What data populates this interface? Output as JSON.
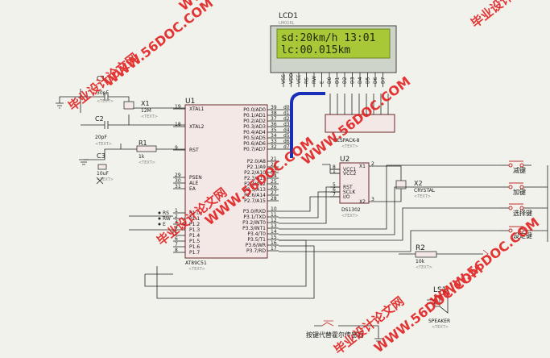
{
  "lcd": {
    "ref": "LCD1",
    "part": "LM016L",
    "line1": "sd:20km/h  13:01",
    "line2": "lc:00.015km",
    "pins": [
      "VSS",
      "VDD",
      "VEE",
      "RS",
      "RW",
      "E",
      "D0",
      "D1",
      "D2",
      "D3",
      "D4",
      "D5",
      "D6",
      "D7"
    ]
  },
  "mcu": {
    "ref": "U1",
    "part": "AT89C51",
    "text": "<TEXT>",
    "left_pins": [
      {
        "num": "19",
        "name": "XTAL1"
      },
      {
        "num": "18",
        "name": "XTAL2"
      },
      {
        "num": "9",
        "name": "RST"
      },
      {
        "num": "29",
        "name": "PSEN"
      },
      {
        "num": "30",
        "name": "ALE"
      },
      {
        "num": "31",
        "name": "EA"
      },
      {
        "num": "1",
        "name": "P1.0"
      },
      {
        "num": "2",
        "name": "P1.1"
      },
      {
        "num": "3",
        "name": "P1.2"
      },
      {
        "num": "4",
        "name": "P1.3"
      },
      {
        "num": "5",
        "name": "P1.4"
      },
      {
        "num": "6",
        "name": "P1.5"
      },
      {
        "num": "7",
        "name": "P1.6"
      },
      {
        "num": "8",
        "name": "P1.7"
      }
    ],
    "right_pins": [
      {
        "num": "39",
        "name": "P0.0/AD0"
      },
      {
        "num": "38",
        "name": "P0.1/AD1"
      },
      {
        "num": "37",
        "name": "P0.2/AD2"
      },
      {
        "num": "36",
        "name": "P0.3/AD3"
      },
      {
        "num": "35",
        "name": "P0.4/AD4"
      },
      {
        "num": "34",
        "name": "P0.5/AD5"
      },
      {
        "num": "33",
        "name": "P0.6/AD6"
      },
      {
        "num": "32",
        "name": "P0.7/AD7"
      },
      {
        "num": "21",
        "name": "P2.0/A8"
      },
      {
        "num": "22",
        "name": "P2.1/A9"
      },
      {
        "num": "23",
        "name": "P2.2/A10"
      },
      {
        "num": "24",
        "name": "P2.3/A11"
      },
      {
        "num": "25",
        "name": "P2.4/A12"
      },
      {
        "num": "26",
        "name": "P2.5/A13"
      },
      {
        "num": "27",
        "name": "P2.6/A14"
      },
      {
        "num": "28",
        "name": "P2.7/A15"
      },
      {
        "num": "10",
        "name": "P3.0/RXD"
      },
      {
        "num": "11",
        "name": "P3.1/TXD"
      },
      {
        "num": "12",
        "name": "P3.2/INT0"
      },
      {
        "num": "13",
        "name": "P3.3/INT1"
      },
      {
        "num": "14",
        "name": "P3.4/T0"
      },
      {
        "num": "15",
        "name": "P3.5/T1"
      },
      {
        "num": "16",
        "name": "P3.6/WR"
      },
      {
        "num": "17",
        "name": "P3.7/RD"
      }
    ],
    "bus_labels": [
      "d0",
      "d1",
      "d2",
      "d3",
      "d4",
      "d5",
      "d6",
      "d7"
    ],
    "p1_labels": [
      "RS",
      "RW",
      "E"
    ]
  },
  "components": {
    "c1": {
      "ref": "C1",
      "value": "30pF",
      "text": "<TEXT>"
    },
    "c2": {
      "ref": "C2",
      "value": "20pF",
      "text": "<TEXT>"
    },
    "x1": {
      "ref": "X1",
      "value": "12M",
      "text": "<TEXT>"
    },
    "c3": {
      "ref": "C3",
      "value": "10uF",
      "text": "<TEXT>"
    },
    "r1": {
      "ref": "R1",
      "value": "1k",
      "text": "<TEXT>"
    },
    "rp": {
      "ref": "RESPACK-8",
      "text": "<TEXT>"
    },
    "u2": {
      "ref": "U2",
      "part": "DS1302",
      "text": "<TEXT>",
      "pins_left": [
        "VCC1",
        "VCC2",
        "RST",
        "SCLK",
        "I/O"
      ],
      "pins_right": [
        "X1",
        "X2"
      ],
      "nums_left": [
        "8",
        "1",
        "5",
        "6",
        "7"
      ],
      "nums_right": [
        "2",
        "3"
      ]
    },
    "x2": {
      "ref": "X2",
      "part": "CRYSTAL",
      "text": "<TEXT>"
    },
    "r2": {
      "ref": "R2",
      "value": "10k",
      "text": "<TEXT>"
    },
    "ls1": {
      "ref": "LS1",
      "part": "SPEAKER",
      "text": "<TEXT>"
    }
  },
  "buttons": [
    "减键",
    "加键",
    "选择键",
    "设定键"
  ],
  "sensor_label": "按键代替霍尔传感器",
  "watermark": {
    "cn": "毕业设计论文网",
    "url": "WWW.56DOC.COM"
  }
}
